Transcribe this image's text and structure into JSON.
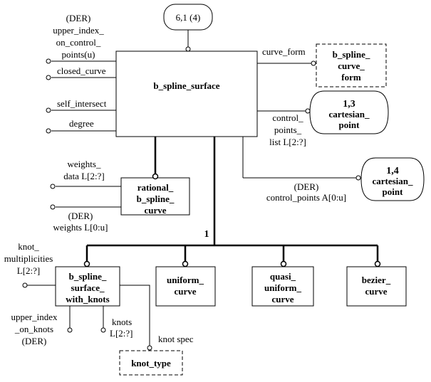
{
  "colors": {
    "stroke": "#000000",
    "background": "#ffffff"
  },
  "page_ref": "6,1 (4)",
  "main_entity": "b_spline_surface",
  "attributes": {
    "der1": "(DER)",
    "upper_index_on_control_points": [
      "upper_index_",
      "on_control_",
      "points(u)"
    ],
    "closed_curve": "closed_curve",
    "self_intersect": "self_intersect",
    "degree": "degree",
    "curve_form": "curve_form",
    "control_points_list": [
      "control_",
      "points_",
      "list L[2:?]"
    ],
    "der2": "(DER)",
    "control_points_a": "control_points A[0:u]",
    "weights_data": [
      "weights_",
      "data L[2:?]"
    ],
    "der3": "(DER)",
    "weights": "weights L[0:u]",
    "knot_multiplicities": [
      "knot_",
      "multiplicities",
      "L[2:?]"
    ],
    "upper_index_on_knots": [
      "upper_index",
      "_on_knots",
      "(DER)"
    ],
    "knots": [
      "knots",
      "L[2:?]"
    ],
    "knot_spec": "knot  spec"
  },
  "entities": {
    "b_spline_curve_form": [
      "b_spline_",
      "curve_",
      "form"
    ],
    "cartesian_point_1": [
      "1,3",
      "cartesian_",
      "point"
    ],
    "cartesian_point_2": [
      "1,4",
      "cartesian_",
      "point"
    ],
    "rational": [
      "rational_",
      "b_spline_",
      "curve"
    ],
    "with_knots": [
      "b_spline_",
      "surface_",
      "with_knots"
    ],
    "uniform": [
      "uniform_",
      "curve"
    ],
    "quasi_uniform": [
      "quasi_",
      "uniform_",
      "curve"
    ],
    "bezier": [
      "bezier_",
      "curve"
    ],
    "knot_type": "knot_type"
  },
  "supertype_marker": "1"
}
